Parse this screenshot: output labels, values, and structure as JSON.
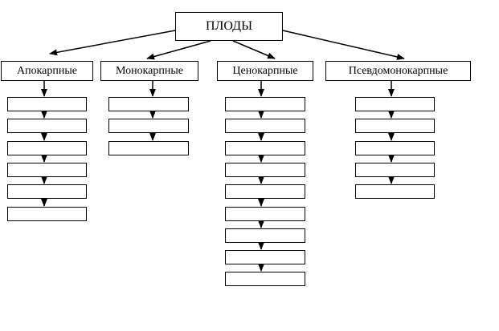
{
  "diagram": {
    "root": {
      "label": "ПЛОДЫ"
    },
    "categories": [
      {
        "label": "Апокарпные",
        "slot_count": 6
      },
      {
        "label": "Монокарпные",
        "slot_count": 3
      },
      {
        "label": "Ценокарпные",
        "slot_count": 9
      },
      {
        "label": "Псевдомонокарпные",
        "slot_count": 5
      }
    ]
  }
}
